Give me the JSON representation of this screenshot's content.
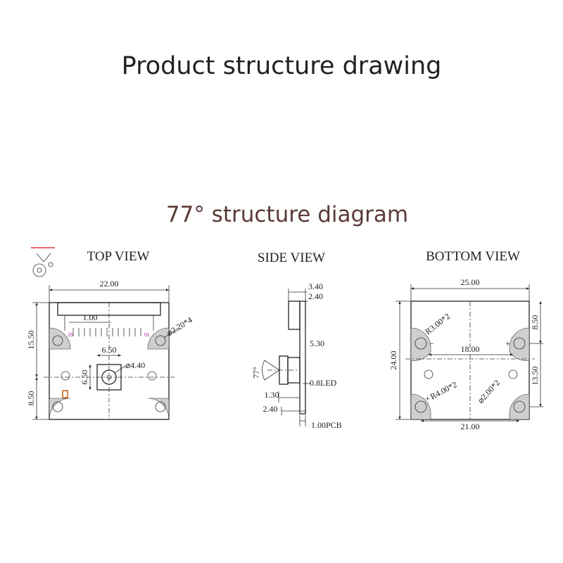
{
  "title": "Product structure drawing",
  "subtitle": "77° structure diagram",
  "views": {
    "top": {
      "label": "TOP VIEW",
      "dims": {
        "width": "22.00",
        "pitch": "1.00",
        "height_upper": "15.50",
        "height_lower": "8.50",
        "lens_w": "6.50",
        "lens_h": "6.50",
        "lens_dia": "⌀4.40",
        "hole": "⌀2.20*4",
        "pin_first": "15",
        "pin_last": "01"
      }
    },
    "side": {
      "label": "SIDE VIEW",
      "dims": {
        "d1": "3.40",
        "d2": "2.40",
        "d3": "5.30",
        "angle": "77°",
        "led": "0.8LED",
        "d4": "1.30",
        "d5": "2.40",
        "pcb": "1.00PCB"
      }
    },
    "bottom": {
      "label": "BOTTOM VIEW",
      "dims": {
        "width": "25.00",
        "inner": "18.00",
        "bottom_width": "21.00",
        "height": "24.00",
        "right_upper": "8.50",
        "right_lower": "13.50",
        "r_upper": "R3.00*2",
        "r_lower": "R4.00*2",
        "hole": "⌀2.00*2",
        "plus": "+",
        "minus": "−"
      }
    }
  }
}
